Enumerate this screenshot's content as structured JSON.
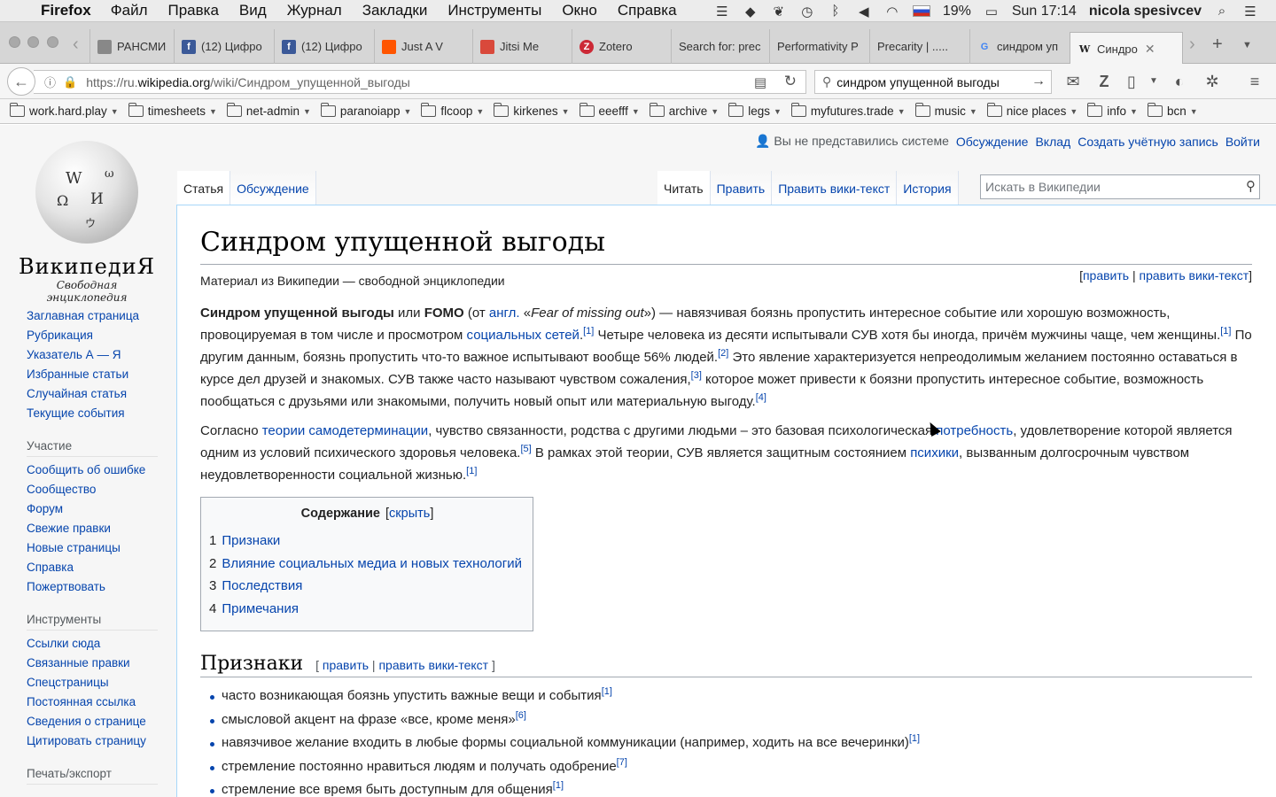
{
  "menubar": {
    "app": "Firefox",
    "items": [
      "Файл",
      "Правка",
      "Вид",
      "Журнал",
      "Закладки",
      "Инструменты",
      "Окно",
      "Справка"
    ],
    "battery": "19%",
    "clock": "Sun 17:14",
    "user": "nicola spesivcev"
  },
  "tabs": [
    {
      "label": "РАНСМИССИ",
      "icon": "page-icon",
      "color": "#888888"
    },
    {
      "label": "(12) Цифро",
      "icon": "facebook-icon",
      "color": "#3b5998"
    },
    {
      "label": "(12) Цифро",
      "icon": "facebook-icon",
      "color": "#3b5998"
    },
    {
      "label": "Just A V",
      "icon": "soundcloud-icon",
      "color": "#ff5500"
    },
    {
      "label": "Jitsi Me",
      "icon": "jitsi-icon",
      "color": "#d9493b"
    },
    {
      "label": "Zotero",
      "icon": "zotero-icon",
      "color": "#cc2936"
    },
    {
      "label": "Search for: prec",
      "icon": "none",
      "color": ""
    },
    {
      "label": "Performativity P",
      "icon": "none",
      "color": ""
    },
    {
      "label": "Precarity | .....",
      "icon": "none",
      "color": ""
    },
    {
      "label": "синдром уп",
      "icon": "google-icon",
      "color": "#4285f4"
    },
    {
      "label": "Синдро",
      "icon": "wikipedia-icon",
      "color": "#222222"
    }
  ],
  "navbar": {
    "url_prefix": "https://ru.",
    "url_domain": "wikipedia.org",
    "url_path": "/wiki/Синдром_упущенной_выгоды",
    "search_value": "синдром упущенной выгоды"
  },
  "bookmarks": [
    "work.hard.play",
    "timesheets",
    "net-admin",
    "paranoiapp",
    "flcoop",
    "kirkenes",
    "eeefff",
    "archive",
    "legs",
    "myfutures.trade",
    "music",
    "nice places",
    "info",
    "bcn"
  ],
  "wiki": {
    "personal": {
      "anon": "Вы не представились системе",
      "links": [
        "Обсуждение",
        "Вклад",
        "Создать учётную запись",
        "Войти"
      ]
    },
    "logo": {
      "wordmark": "ВикипедиЯ",
      "tagline": "Свободная энциклопедия"
    },
    "nav": [
      "Заглавная страница",
      "Рубрикация",
      "Указатель А — Я",
      "Избранные статьи",
      "Случайная статья",
      "Текущие события"
    ],
    "participation": {
      "heading": "Участие",
      "links": [
        "Сообщить об ошибке",
        "Сообщество",
        "Форум",
        "Свежие правки",
        "Новые страницы",
        "Справка",
        "Пожертвовать"
      ]
    },
    "tools": {
      "heading": "Инструменты",
      "links": [
        "Ссылки сюда",
        "Связанные правки",
        "Спецстраницы",
        "Постоянная ссылка",
        "Сведения о странице",
        "Цитировать страницу"
      ]
    },
    "print_heading": "Печать/экспорт",
    "tabs_left": [
      "Статья",
      "Обсуждение"
    ],
    "tabs_right": [
      "Читать",
      "Править",
      "Править вики-текст",
      "История"
    ],
    "search_placeholder": "Искать в Википедии",
    "title": "Синдром упущенной выгоды",
    "site_sub": "Материал из Википедии — свободной энциклопедии",
    "edit_links": [
      "править",
      "править вики-текст"
    ],
    "p1": {
      "b1": "Синдром упущенной выгоды",
      "t1": " или ",
      "b2": "FOMO",
      "t2": " (от ",
      "l1": "англ.",
      "t3": " «",
      "i1": "Fear of missing out",
      "t4": "») — навязчивая боязнь пропустить интересное событие или хорошую возможность, провоцируемая в том числе и просмотром ",
      "l2": "социальных сетей",
      "t5": ".",
      "r1": "[1]",
      "t6": " Четыре человека из десяти испытывали СУВ хотя бы иногда, причём мужчины чаще, чем женщины.",
      "r2": "[1]",
      "t7": " По другим данным, боязнь пропустить что-то важное испытывают вообще 56% людей.",
      "r3": "[2]",
      "t8": " Это явление характеризуется непреодолимым желанием постоянно оставаться в курсе дел друзей и знакомых. СУВ также часто называют чувством сожаления,",
      "r4": "[3]",
      "t9": " которое может привести к боязни пропустить интересное событие, возможность пообщаться с друзьями или знакомыми, получить новый опыт или материальную выгоду.",
      "r5": "[4]"
    },
    "p2": {
      "t1": "Согласно ",
      "l1": "теории самодетерминации",
      "t2": ", чувство связанности, родства с другими людьми – это базовая психологическая ",
      "l2": "потребность",
      "t3": ", удовлетворение которой является одним из условий психического здоровья человека.",
      "r1": "[5]",
      "t4": " В рамках этой теории, СУВ является защитным состоянием ",
      "l3": "психики",
      "t5": ", вызванным долгосрочным чувством неудовлетворенности социальной жизнью.",
      "r2": "[1]"
    },
    "toc": {
      "title": "Содержание",
      "hide": "скрыть",
      "items": [
        {
          "num": "1",
          "label": "Признаки"
        },
        {
          "num": "2",
          "label": "Влияние социальных медиа и новых технологий"
        },
        {
          "num": "3",
          "label": "Последствия"
        },
        {
          "num": "4",
          "label": "Примечания"
        }
      ]
    },
    "section1": {
      "title": "Признаки",
      "edit": "править",
      "edit_source": "править вики-текст",
      "items": [
        {
          "text": "часто возникающая боязнь упустить важные вещи и события",
          "ref": "[1]"
        },
        {
          "text": "смысловой акцент на фразе «все, кроме меня»",
          "ref": "[6]"
        },
        {
          "text": "навязчивое желание входить в любые формы социальной коммуникации (например, ходить на все вечеринки)",
          "ref": "[1]"
        },
        {
          "text": "стремление постоянно нравиться людям и получать одобрение",
          "ref": "[7]"
        },
        {
          "text": "стремление все время быть доступным для общения",
          "ref": "[1]"
        }
      ]
    }
  }
}
